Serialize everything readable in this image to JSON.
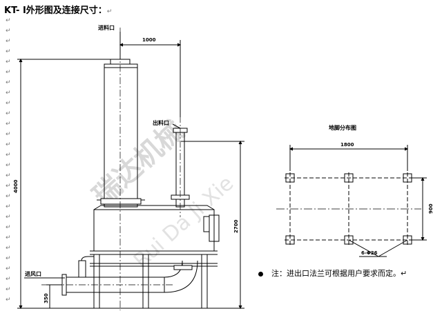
{
  "header": {
    "title": "KT- Ⅰ外形图及连接尺寸：",
    "para_mark": "↵"
  },
  "drawing": {
    "inlet_label": "进料口",
    "outlet_label": "出料口",
    "air_inlet_label": "进风口",
    "foundation_label": "地脚分布图",
    "dims": {
      "width_top": "1000",
      "height_total": "4000",
      "height_body": "2700",
      "height_base": "350",
      "foundation_width": "1800",
      "foundation_depth": "900",
      "bolt_holes": "6-Φ26"
    },
    "watermark_cn": "瑞达机械",
    "watermark_en": "Rui Da Ji Xie"
  },
  "note": {
    "text": "注：进出口法兰可根据用户要求而定。↵"
  }
}
